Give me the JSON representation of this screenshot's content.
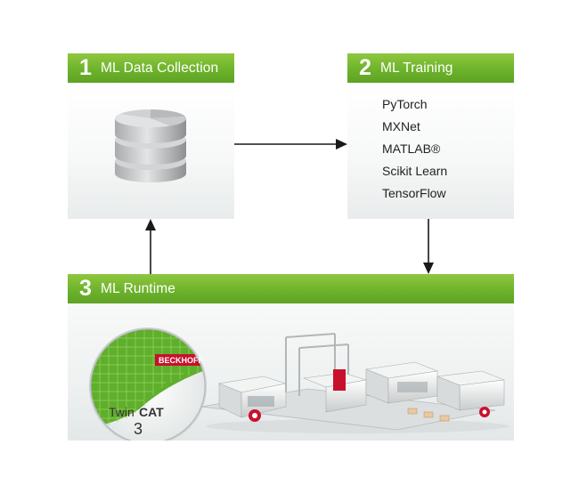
{
  "collection": {
    "number": "1",
    "title": "ML Data Collection",
    "icon": "database-icon"
  },
  "training": {
    "number": "2",
    "title": "ML Training",
    "frameworks": [
      "PyTorch",
      "MXNet",
      "MATLAB®",
      "Scikit Learn",
      "TensorFlow"
    ]
  },
  "runtime": {
    "number": "3",
    "title": "ML Runtime",
    "disc": {
      "brand": "BECKHOFF",
      "product_a": "Twin",
      "product_b": "CAT",
      "version": "3"
    }
  },
  "colors": {
    "header_green": "#6db32b",
    "arrow": "#1a1a1a",
    "accent_red": "#c8102e"
  }
}
